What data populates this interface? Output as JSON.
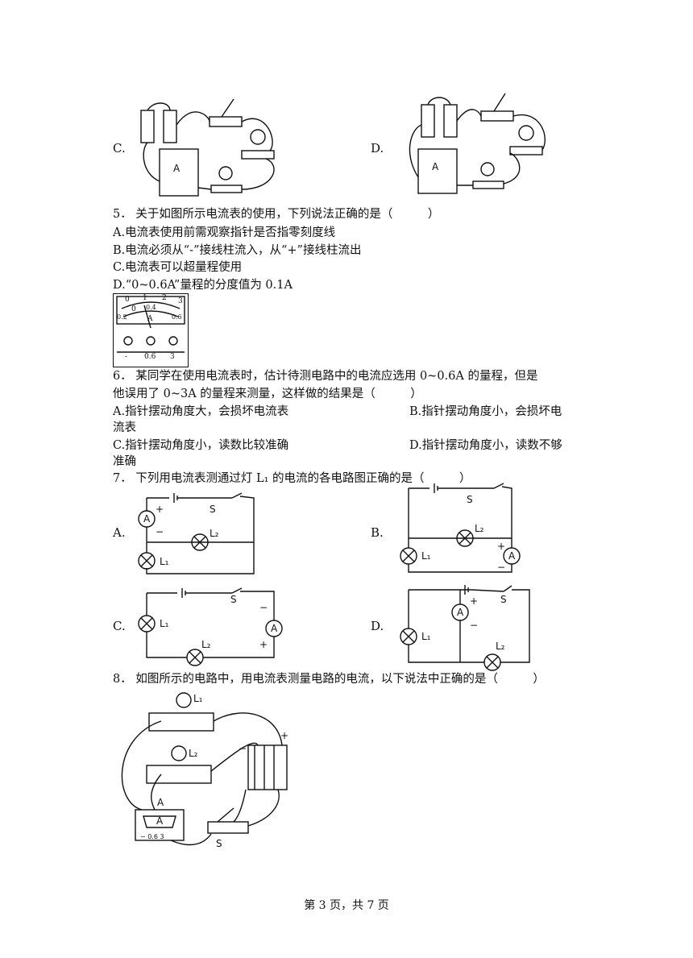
{
  "q4": {
    "opt_c": "C.",
    "opt_d": "D."
  },
  "q5": {
    "stem": "5．  关于如图所示电流表的使用，下列说法正确的是（　　　）",
    "a": "A.电流表使用前需观察指针是否指零刻度线",
    "b": "B.电流必须从“-”接线柱流入，从“+”接线柱流出",
    "c": "C.电流表可以超量程使用",
    "d": "D.“0~0.6A”量程的分度值为 0.1A",
    "meter": {
      "top_scale": [
        "1",
        "2",
        "3"
      ],
      "top_zero": "0",
      "bottom_scale": [
        "0.2",
        "0.4",
        "0.6"
      ],
      "bottom_zero": "0",
      "unit": "A",
      "terminals": [
        "-",
        "0.6",
        "3"
      ]
    }
  },
  "q6": {
    "stem_1": "6．  某同学在使用电流表时，估计待测电路中的电流应选用 0~0.6A 的量程，但是",
    "stem_2": "他误用了 0~3A 的量程来测量，这样做的结果是（　　　）",
    "a": "A.指针摆动角度大，会损坏电流表",
    "b_1": "B.指针摆动角度小，会损坏电",
    "b_2": "流表",
    "c": "C.指针摆动角度小，读数比较准确",
    "d_1": "D.指针摆动角度小，读数不够",
    "d_2": "准确"
  },
  "q7": {
    "stem": "7．  下列用电流表测通过灯 L₁ 的电流的各电路图正确的是（　　　）",
    "opt_a": "A.",
    "opt_b": "B.",
    "opt_c": "C.",
    "opt_d": "D.",
    "switch": "S",
    "lamp1": "L₁",
    "lamp2": "L₂",
    "ammeter": "A",
    "plus": "+",
    "minus": "−"
  },
  "q8": {
    "stem": "8．  如图所示的电路中，用电流表测量电路的电流，以下说法中正确的是（　　　）",
    "lamp1": "L₁",
    "lamp2": "L₂",
    "ammeter": "A",
    "switch": "S",
    "plus": "+",
    "minus": "−",
    "meter_terminals": "− 0.6  3"
  },
  "footer": "第 3 页，共 7 页"
}
